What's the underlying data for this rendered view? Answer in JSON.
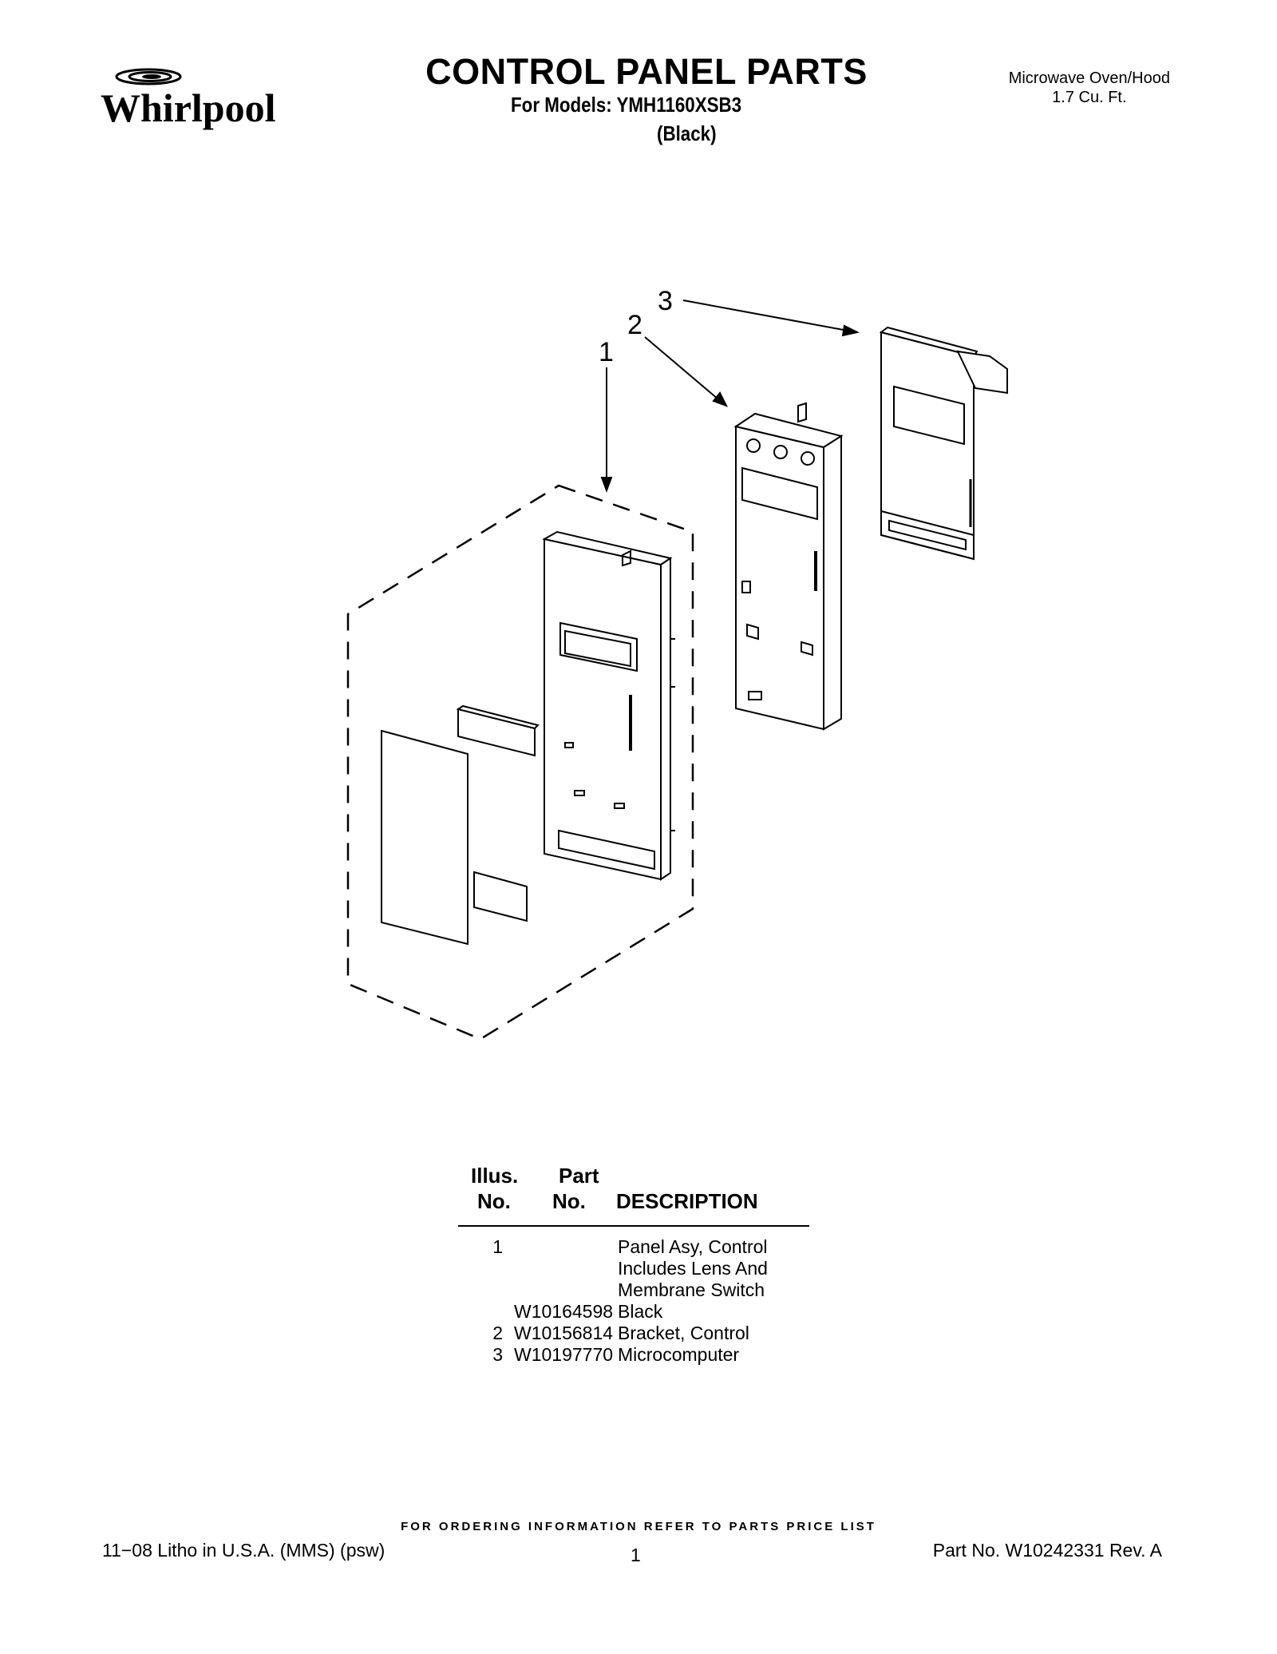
{
  "brand": "Whirlpool",
  "header": {
    "title": "CONTROL PANEL PARTS",
    "models": "For Models: YMH1160XSB3",
    "color": "(Black)",
    "product_line1": "Microwave Oven/Hood",
    "product_line2": "1.7 Cu. Ft."
  },
  "callouts": [
    "1",
    "2",
    "3"
  ],
  "parts_table": {
    "headers": {
      "illus_top": "Illus.",
      "illus_bottom": "No.",
      "part_top": "Part",
      "part_bottom": "No.",
      "description": "DESCRIPTION"
    },
    "rows": [
      {
        "illus": "1",
        "part": "",
        "desc": "Panel Asy, Control"
      },
      {
        "illus": "",
        "part": "",
        "desc": "Includes Lens And"
      },
      {
        "illus": "",
        "part": "",
        "desc": "Membrane Switch"
      },
      {
        "illus": "",
        "part": "W10164598",
        "desc": "Black"
      },
      {
        "illus": "2",
        "part": "W10156814",
        "desc": "Bracket, Control"
      },
      {
        "illus": "3",
        "part": "W10197770",
        "desc": "Microcomputer"
      }
    ]
  },
  "footer": {
    "ordering": "FOR ORDERING INFORMATION REFER TO PARTS PRICE LIST",
    "litho": "11−08 Litho in U.S.A. (MMS) (psw)",
    "page": "1",
    "part_no": "Part No. W10242331 Rev. A"
  }
}
